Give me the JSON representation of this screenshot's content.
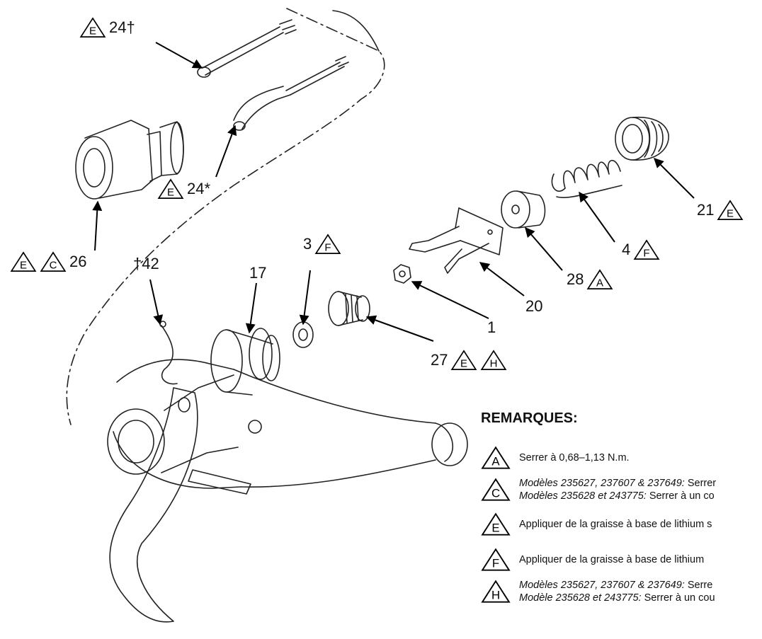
{
  "callouts": [
    {
      "id": "c24dagger",
      "number": "24†",
      "refs": [
        "E"
      ],
      "order": "refs-first"
    },
    {
      "id": "c24star",
      "number": "24*",
      "refs": [
        "E"
      ],
      "order": "refs-first"
    },
    {
      "id": "c26",
      "number": "26",
      "refs": [
        "E",
        "C"
      ],
      "order": "refs-first"
    },
    {
      "id": "c42",
      "number": "†42",
      "refs": [],
      "order": "refs-first"
    },
    {
      "id": "c17",
      "number": "17",
      "refs": [],
      "order": "refs-first"
    },
    {
      "id": "c3",
      "number": "3",
      "refs": [
        "F"
      ],
      "order": "number-first"
    },
    {
      "id": "c27",
      "number": "27",
      "refs": [
        "E",
        "H"
      ],
      "order": "number-first"
    },
    {
      "id": "c1",
      "number": "1",
      "refs": [],
      "order": "number-first"
    },
    {
      "id": "c20",
      "number": "20",
      "refs": [],
      "order": "number-first"
    },
    {
      "id": "c28",
      "number": "28",
      "refs": [
        "A"
      ],
      "order": "number-first"
    },
    {
      "id": "c4",
      "number": "4",
      "refs": [
        "F"
      ],
      "order": "number-first"
    },
    {
      "id": "c21",
      "number": "21",
      "refs": [
        "E"
      ],
      "order": "number-first"
    }
  ],
  "remarks": {
    "title": "REMARQUES:",
    "notes": [
      {
        "letter": "A",
        "lines": [
          {
            "model": "",
            "text": "Serrer à 0,68–1,13 N.m."
          }
        ]
      },
      {
        "letter": "C",
        "lines": [
          {
            "model": "Modèles 235627, 237607 & 237649:",
            "text": " Serrer"
          },
          {
            "model": "Modèles 235628 et 243775:",
            "text": " Serrer à un co"
          }
        ]
      },
      {
        "letter": "E",
        "lines": [
          {
            "model": "",
            "text": "Appliquer de la graisse à base de lithium s"
          }
        ]
      },
      {
        "letter": "F",
        "lines": [
          {
            "model": "",
            "text": "Appliquer de la graisse à base de lithium"
          }
        ]
      },
      {
        "letter": "H",
        "lines": [
          {
            "model": "Modèles 235627, 237607 & 237649:",
            "text": " Serre"
          },
          {
            "model": "Modèle 235628 et 243775:",
            "text": " Serrer à un cou"
          }
        ]
      }
    ]
  }
}
